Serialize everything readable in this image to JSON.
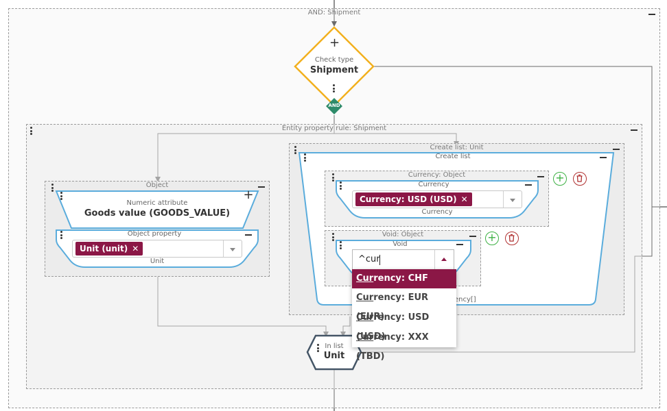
{
  "groups": {
    "and_shipment": "AND: Shipment",
    "entity_property_rule": "Entity property rule: Shipment",
    "object_group": "Object",
    "create_list_group": "Create list: Unit",
    "currency_object_group": "Currency: Object",
    "void_object_group": "Void: Object"
  },
  "check_node": {
    "plus": "+",
    "type_label": "Check type",
    "value": "Shipment",
    "and_badge": "AND"
  },
  "numeric_attribute": {
    "label": "Numeric attribute",
    "value": "Goods value (GOODS_VALUE)",
    "plus": "+"
  },
  "object_property": {
    "label": "Object property",
    "chip": "Unit (unit)",
    "chip_remove": "✕",
    "footer": "Unit"
  },
  "create_list": {
    "label": "Create list",
    "partial_footer": "ency[]"
  },
  "currency_node": {
    "label": "Currency",
    "chip": "Currency: USD (USD)",
    "chip_remove": "✕",
    "footer": "Currency"
  },
  "void_node": {
    "label": "Void",
    "search_value": "^cur"
  },
  "dropdown": {
    "options": [
      {
        "match": "Cur",
        "rest": "rency: CHF (CHF)",
        "selected": true
      },
      {
        "match": "Cur",
        "rest": "rency: EUR (EUR)",
        "selected": false
      },
      {
        "match": "Cur",
        "rest": "rency: USD (USD)",
        "selected": false
      },
      {
        "match": "Cur",
        "rest": "rency: XXX (TBD)",
        "selected": false
      }
    ]
  },
  "in_list_node": {
    "label": "In list",
    "value": "Unit"
  },
  "buttons": {
    "add": "+",
    "delete_icon": "trash-icon"
  },
  "colors": {
    "accent": "#8b1746",
    "node_border": "#5aacdc",
    "diamond": "#f2b01e",
    "and_badge": "#2e8b6a",
    "add": "#3cb043",
    "delete": "#b03030"
  }
}
